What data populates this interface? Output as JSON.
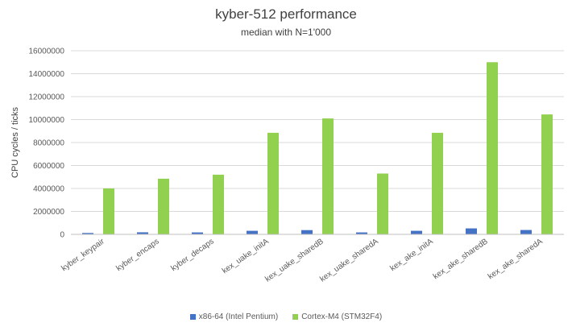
{
  "colors": {
    "series1": "#4472c4",
    "series2": "#92d050",
    "grid": "#d9d9d9",
    "axis": "#bfbfbf"
  },
  "chart_data": {
    "type": "bar",
    "title": "kyber-512 performance",
    "subtitle": "median with N=1'000",
    "ylabel": "CPU cycles / ticks",
    "xlabel": "",
    "ylim": [
      0,
      16000000
    ],
    "yticks": [
      0,
      2000000,
      4000000,
      6000000,
      8000000,
      10000000,
      12000000,
      14000000,
      16000000
    ],
    "grid": true,
    "legend_position": "bottom",
    "categories": [
      "kyber_keypair",
      "kyber_encaps",
      "kyber_decaps",
      "kex_uake_initA",
      "kex_uake_sharedB",
      "kex_uake_sharedA",
      "kex_ake_initA",
      "kex_ake_sharedB",
      "kex_ake_sharedA"
    ],
    "series": [
      {
        "name": "x86-64 (Intel Pentium)",
        "color": "#4472c4",
        "values": [
          120000,
          180000,
          170000,
          310000,
          370000,
          170000,
          310000,
          520000,
          380000
        ]
      },
      {
        "name": "Cortex-M4 (STM32F4)",
        "color": "#92d050",
        "values": [
          4000000,
          4850000,
          5200000,
          8850000,
          10100000,
          5300000,
          8850000,
          15000000,
          10450000
        ]
      }
    ]
  }
}
